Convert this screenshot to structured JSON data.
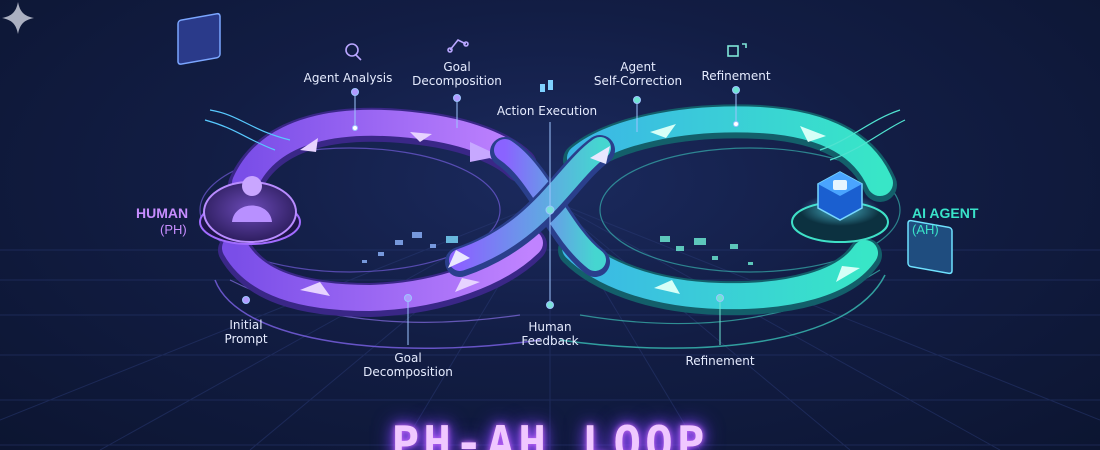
{
  "title": "PH-AH LOOP",
  "human": {
    "title": "HUMAN",
    "subtitle": "(PH)"
  },
  "agent": {
    "title": "AI AGENT",
    "subtitle": "(AH)"
  },
  "top_labels": {
    "agent_analysis": "Agent Analysis",
    "goal_decomposition_top": "Goal\nDecomposition",
    "action_execution": "Action Execution",
    "agent_self_correction": "Agent\nSelf-Correction",
    "refinement_top": "Refinement"
  },
  "bottom_labels": {
    "initial_prompt": "Initial\nPrompt",
    "goal_decomposition_bottom": "Goal\nDecomposition",
    "human_feedback": "Human\nFeedback",
    "refinement_bottom": "Refinement"
  },
  "colors": {
    "human_purple": "#a671ff",
    "agent_teal": "#34d6c2",
    "bg_dark": "#0f1a3a",
    "glow": "#d06cff"
  },
  "icons": {
    "agent_analysis": "magnifier-chart-icon",
    "goal_decomposition": "branch-icon",
    "action_execution": "cursor-icon",
    "refinement": "refine-icon",
    "human": "person-icon",
    "agent": "cube-ai-icon",
    "bottom_right": "sparkle-icon"
  }
}
